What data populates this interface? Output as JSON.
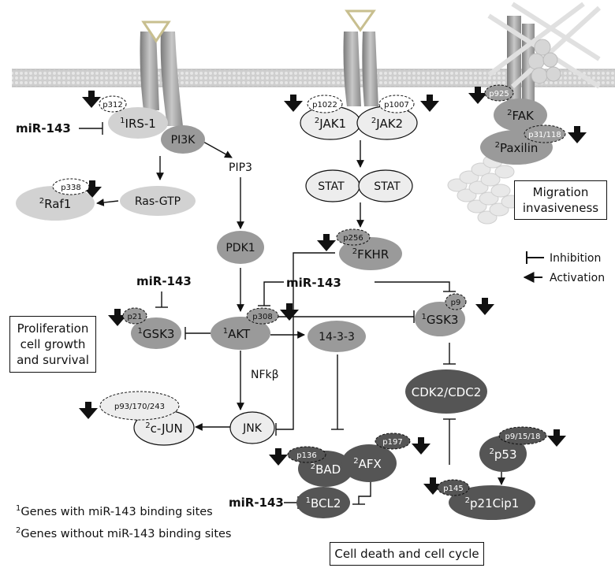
{
  "colors": {
    "membrane": "#d4d4d4",
    "dark": "#555555",
    "mid": "#9a9a9a",
    "light": "#d2d2d2",
    "pale": "#ededed",
    "ligand": "#c8bf8f"
  },
  "mir": "miR-143",
  "nodes": {
    "irs1": {
      "sup": "1",
      "label": "IRS-1",
      "site": "p312"
    },
    "pi3k": {
      "label": "PI3K"
    },
    "pip3": {
      "label": "PIP3"
    },
    "rasgtp": {
      "label": "Ras-GTP"
    },
    "raf1": {
      "sup": "2",
      "label": "Raf1",
      "site": "p338"
    },
    "pdk1": {
      "label": "PDK1"
    },
    "akt": {
      "sup": "1",
      "label": "AKT",
      "site": "p308"
    },
    "gsk3left": {
      "sup": "1",
      "label": "GSK3",
      "site": "p21"
    },
    "gsk3right": {
      "sup": "1",
      "label": "GSK3",
      "site": "p9"
    },
    "jak1": {
      "sup": "2",
      "label": "JAK1",
      "site": "p1022"
    },
    "jak2": {
      "sup": "2",
      "label": "JAK2",
      "site": "p1007"
    },
    "stat1": {
      "label": "STAT"
    },
    "stat2": {
      "label": "STAT"
    },
    "fkhr": {
      "sup": "2",
      "label": "FKHR",
      "site": "p256"
    },
    "fak": {
      "sup": "2",
      "label": "FAK",
      "site": "p925"
    },
    "paxilin": {
      "sup": "2",
      "label": "Paxilin",
      "site": "p31/118"
    },
    "p1433": {
      "label": "14-3-3"
    },
    "nfkb": {
      "label": "NFkβ"
    },
    "jnk": {
      "label": "JNK"
    },
    "cjun": {
      "sup": "2",
      "label": "c-JUN",
      "site": "p93/170/243"
    },
    "bad": {
      "sup": "2",
      "label": "BAD",
      "site": "p136"
    },
    "afx": {
      "sup": "2",
      "label": "AFX",
      "site": "p197"
    },
    "bcl2": {
      "sup": "1",
      "label": "BCL2"
    },
    "cdk": {
      "label": "CDK2/CDC2"
    },
    "p53": {
      "sup": "2",
      "label": "p53",
      "site": "p9/15/18"
    },
    "p21cip": {
      "sup": "2",
      "label": "p21Cip1",
      "site": "p145"
    }
  },
  "boxes": {
    "migration": [
      "Migration",
      "invasiveness"
    ],
    "proliferation": [
      "Proliferation",
      "cell growth",
      "and survival"
    ],
    "celldeath": [
      "Cell death and cell cycle"
    ]
  },
  "legend": {
    "inhibition": "Inhibition",
    "activation": "Activation"
  },
  "footnotes": [
    {
      "sup": "1",
      "text": "Genes with miR-143 binding sites"
    },
    {
      "sup": "2",
      "text": "Genes without miR-143 binding sites"
    }
  ]
}
